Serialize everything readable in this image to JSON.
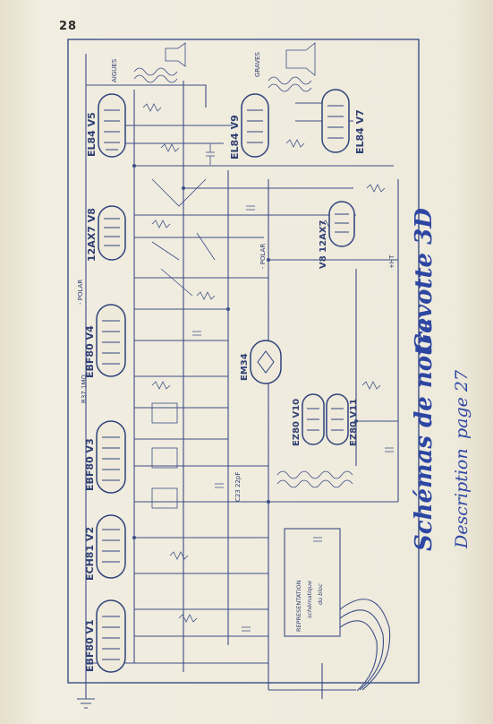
{
  "page_number": "28",
  "tubes": [
    {
      "label": "EL84 V5"
    },
    {
      "label": "12AX7 V8"
    },
    {
      "label": "EBF80 V4"
    },
    {
      "label": "EBF80 V3"
    },
    {
      "label": "ECH81 V2"
    },
    {
      "label": "EBF80 V1"
    },
    {
      "label": "EL84 V9"
    },
    {
      "label": "EL84 V7"
    },
    {
      "label": "V8 12AX7"
    },
    {
      "label": "EM34"
    },
    {
      "label": "EZ80 V10"
    },
    {
      "label": "EZ80 V11"
    }
  ],
  "labels": {
    "aigues": "AIGUES",
    "graves": "GRAVES",
    "polar": "- POLAR",
    "ht": "+HT",
    "representation": "REPRESENTATION",
    "schematique": "schématique",
    "du_bloc": "du bloc",
    "r37": "R37 1MΩ",
    "c23": "C23 22pF"
  },
  "annotation": {
    "line1": "Schémas de notre",
    "line2": "Gavotte 3D",
    "line3": "Description",
    "line4": "page 27"
  },
  "colors": {
    "ink": "#3b4e86",
    "handwriting": "#2d46a3",
    "paper": "#eeeadc"
  }
}
